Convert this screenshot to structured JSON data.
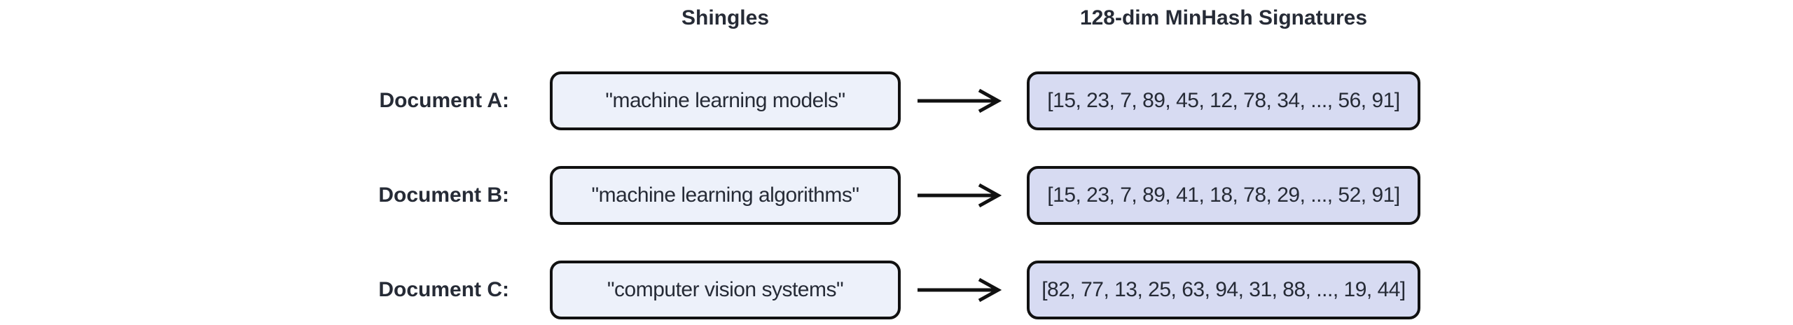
{
  "headers": {
    "shingles": "Shingles",
    "signatures": "128-dim MinHash Signatures"
  },
  "rows": [
    {
      "label": "Document A:",
      "shingle": "\"machine learning models\"",
      "signature": "[15, 23, 7, 89, 45, 12, 78, 34, ..., 56, 91]"
    },
    {
      "label": "Document B:",
      "shingle": "\"machine learning algorithms\"",
      "signature": "[15, 23, 7, 89, 41, 18, 78, 29, ..., 52, 91]"
    },
    {
      "label": "Document C:",
      "shingle": "\"computer vision systems\"",
      "signature": "[82, 77, 13, 25, 63, 94, 31, 88, ..., 19, 44]"
    }
  ],
  "icons": {
    "arrow": "arrow-right-icon"
  },
  "colors": {
    "text": "#262b36",
    "border": "#111111",
    "shingle_fill": "#edf1fa",
    "signature_fill": "#d7dbf2",
    "arrow": "#111111",
    "background": "#ffffff"
  }
}
